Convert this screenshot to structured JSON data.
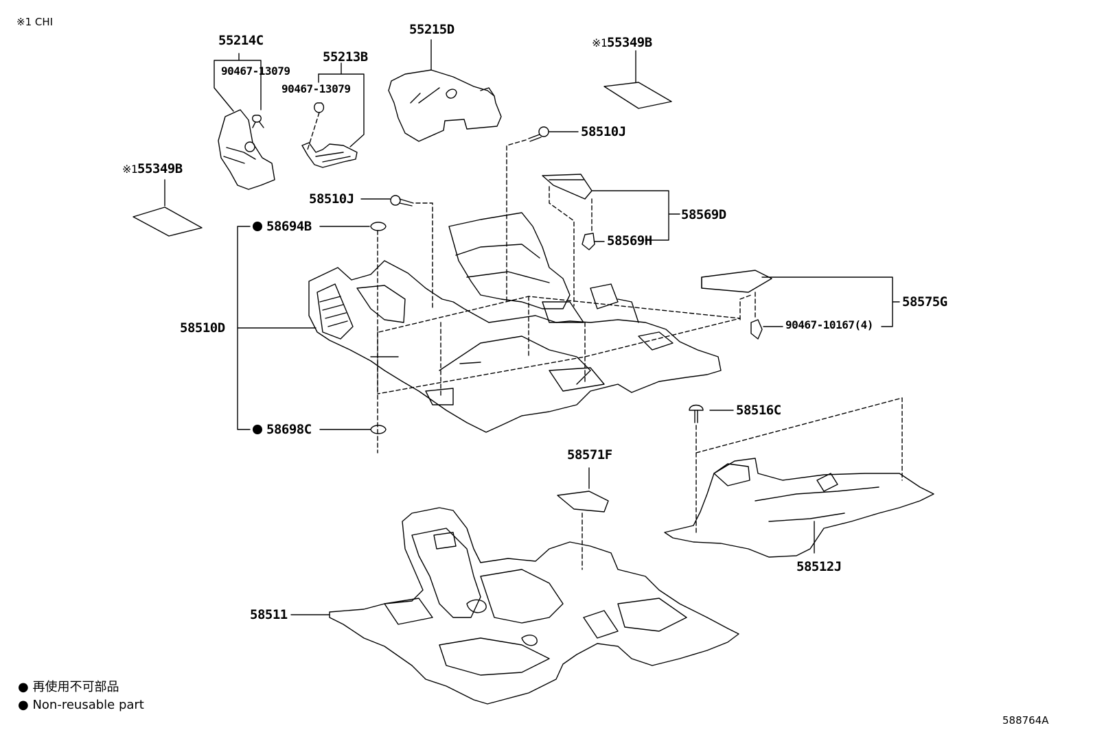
{
  "header_note": "※1 CHI",
  "diagram_id": "588764A",
  "legend": {
    "symbol": "●",
    "japanese": "再使用不可部品",
    "english": "Non-reusable part"
  },
  "parts": {
    "p55214C": "55214C",
    "p90467_13079_a": "90467-13079",
    "p55213B": "55213B",
    "p90467_13079_b": "90467-13079",
    "p55215D": "55215D",
    "p55349B_right": "55349B",
    "p55349B_left": "55349B",
    "p58510J_top": "58510J",
    "p58510J_mid": "58510J",
    "p58569D": "58569D",
    "p58569H": "58569H",
    "p58694B": "58694B",
    "p58510D": "58510D",
    "p58575G": "58575G",
    "p90467_10167": "90467-10167(4)",
    "p58698C": "58698C",
    "p58516C": "58516C",
    "p58571F": "58571F",
    "p58512J": "58512J",
    "p58511": "58511"
  },
  "marks": {
    "ref1": "※1"
  }
}
